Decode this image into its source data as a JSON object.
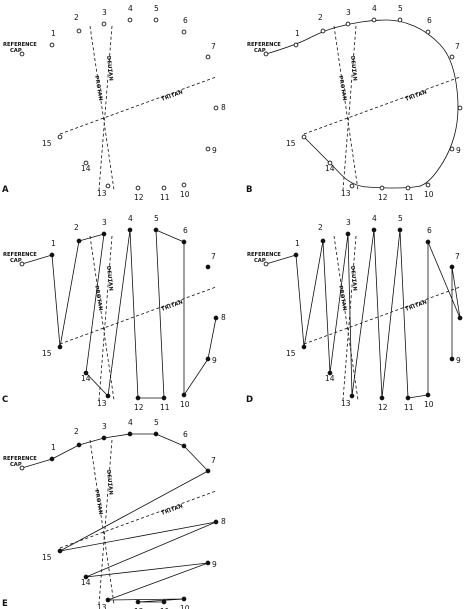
{
  "panels": [
    {
      "label": "A",
      "sequence": []
    },
    {
      "label": "B",
      "sequence": [
        0,
        1,
        2,
        3,
        4,
        5,
        6,
        7,
        8,
        9,
        10,
        11,
        12,
        13,
        14,
        15
      ]
    },
    {
      "label": "C",
      "sequence": [
        0,
        1,
        15,
        2,
        3,
        14,
        13,
        4,
        12,
        11,
        5,
        6,
        10,
        9,
        8
      ]
    },
    {
      "label": "D",
      "sequence": [
        0,
        1,
        15,
        2,
        14,
        3,
        13,
        4,
        12,
        5,
        11,
        10,
        6,
        8,
        7,
        9
      ]
    },
    {
      "label": "E",
      "sequence": [
        0,
        1,
        2,
        3,
        4,
        5,
        6,
        7,
        15,
        8,
        14,
        9,
        13,
        10,
        12,
        11
      ]
    }
  ],
  "caps": [
    "1",
    "2",
    "3",
    "4",
    "5",
    "6",
    "7",
    "8",
    "9",
    "10",
    "11",
    "12",
    "13",
    "14",
    "15"
  ],
  "reference_label": [
    "REFERENCE",
    "CAP"
  ],
  "axes": {
    "protan": "PROTAN",
    "deutan": "DEUTAN",
    "tritan": "TRITAN"
  }
}
